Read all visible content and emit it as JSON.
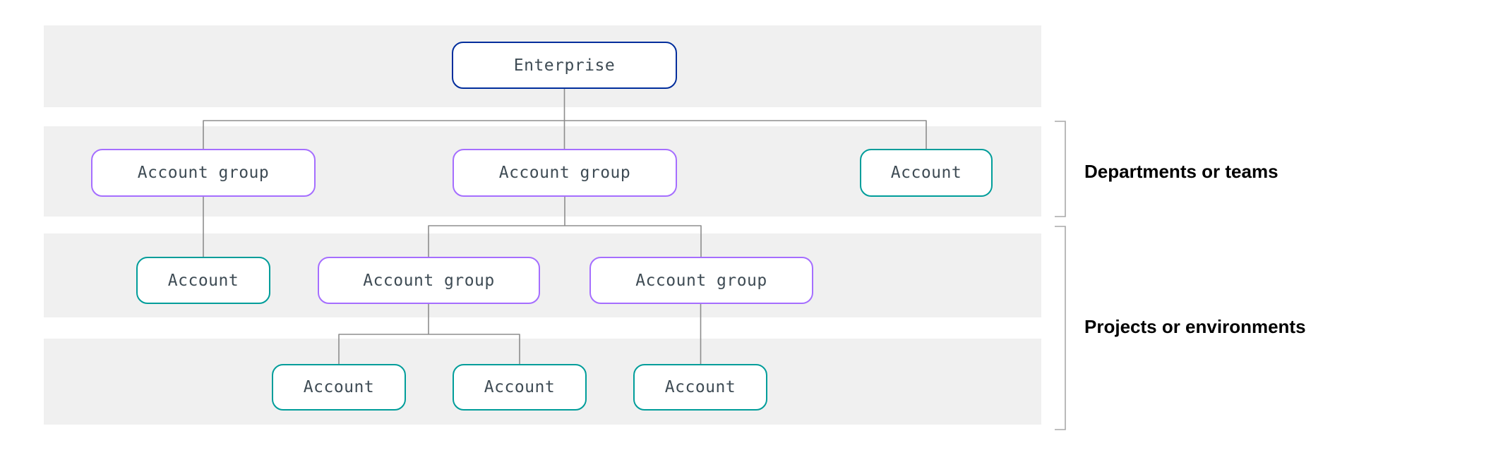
{
  "nodes": {
    "enterprise": "Enterprise",
    "group_row2_left": "Account group",
    "group_row2_center": "Account group",
    "account_row2_right": "Account",
    "account_row3_left": "Account",
    "group_row3_center": "Account group",
    "group_row3_right": "Account group",
    "account_row4_left": "Account",
    "account_row4_center": "Account",
    "account_row4_right": "Account"
  },
  "annotations": {
    "departments": "Departments or teams",
    "projects": "Projects or environments"
  },
  "colors": {
    "enterprise_border": "#002d9c",
    "group_border": "#a56eff",
    "account_border": "#009d9a",
    "node_text": "#3e4b54",
    "band_bg": "#f0f0f0",
    "connector": "#8d8d8d",
    "bracket": "#a8a8a8",
    "annotation_text": "#000000"
  }
}
